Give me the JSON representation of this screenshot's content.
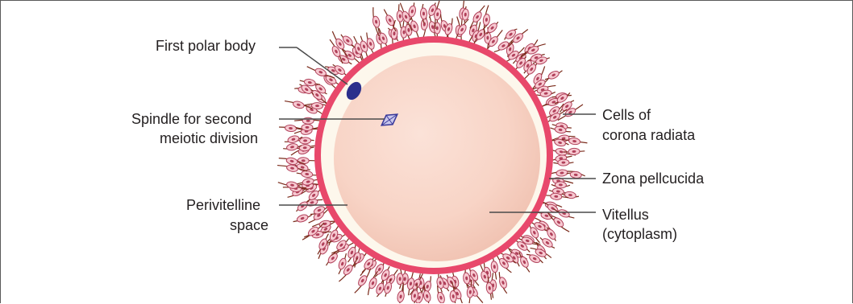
{
  "diagram": {
    "labels": {
      "first_polar_body": "First polar body",
      "spindle_line1": "Spindle for second",
      "spindle_line2": "meiotic division",
      "perivitelline_line1": "Perivitelline",
      "perivitelline_line2": "space",
      "corona_line1": "Cells of",
      "corona_line2": "corona radiata",
      "zona": "Zona pellcucida",
      "vitellus_line1": "Vitellus",
      "vitellus_line2": "(cytoplasm)"
    },
    "colors": {
      "zona_pellucida": "#e8486b",
      "perivitelline_space": "#fdf7ec",
      "vitellus": "#f8d4c6",
      "polar_body": "#2b2f8c",
      "corona_cell_fill": "#f7c9d1",
      "corona_cell_outline": "#b0405a",
      "corona_strand": "#7a2a1a",
      "leader_line": "#4a4a4a"
    }
  }
}
